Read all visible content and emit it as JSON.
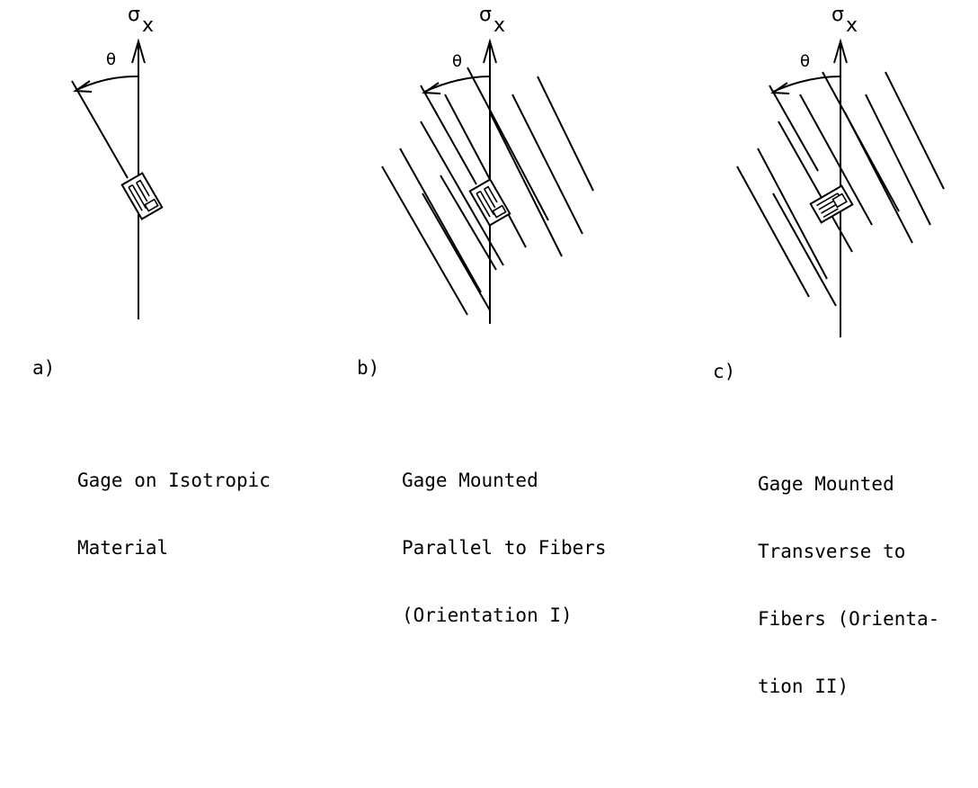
{
  "symbols": {
    "sigma": "σ",
    "x": "x",
    "theta": "θ"
  },
  "panels": [
    {
      "letter": "a)",
      "caption_lines": [
        "Gage on Isotropic",
        "Material"
      ]
    },
    {
      "letter": "b)",
      "caption_lines": [
        "Gage Mounted",
        "Parallel to Fibers",
        "(Orientation I)"
      ]
    },
    {
      "letter": "c)",
      "caption_lines": [
        "Gage Mounted",
        "Transverse to",
        "Fibers (Orienta-",
        "tion II)"
      ]
    }
  ]
}
